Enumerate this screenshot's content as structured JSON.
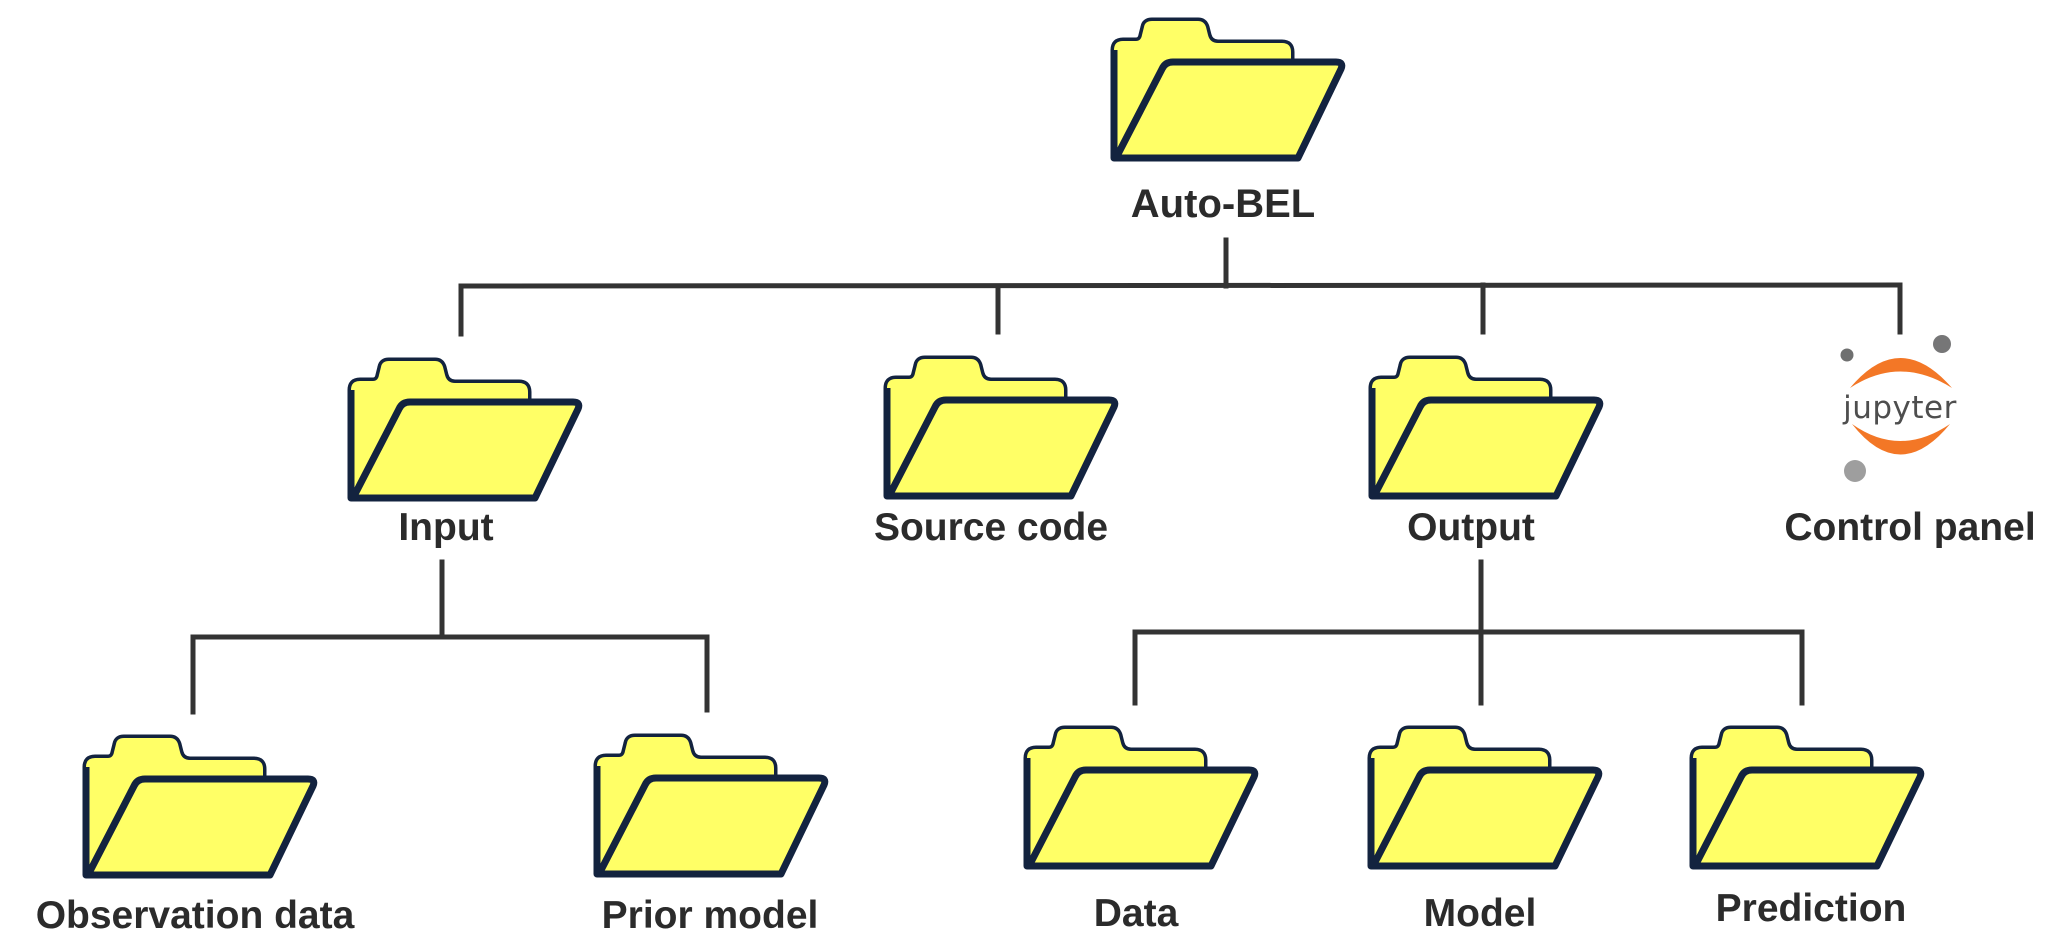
{
  "diagram": {
    "title": "Auto-BEL directory structure",
    "colors": {
      "folder_fill": "#FFFF66",
      "folder_stroke": "#13233F",
      "connector": "#333333",
      "label": "#2b2b2b",
      "jupyter_orange": "#F37726",
      "jupyter_gray": "#767677"
    },
    "root": {
      "label": "Auto-BEL",
      "icon": "folder-open-icon"
    },
    "level1": [
      {
        "label": "Input",
        "icon": "folder-open-icon"
      },
      {
        "label": "Source code",
        "icon": "folder-open-icon"
      },
      {
        "label": "Output",
        "icon": "folder-open-icon"
      },
      {
        "label": "Control panel",
        "icon": "jupyter-logo-icon",
        "logo_text": "jupyter"
      }
    ],
    "input_children": [
      {
        "label": "Observation data",
        "icon": "folder-open-icon"
      },
      {
        "label": "Prior model",
        "icon": "folder-open-icon"
      }
    ],
    "output_children": [
      {
        "label": "Data",
        "icon": "folder-open-icon"
      },
      {
        "label": "Model",
        "icon": "folder-open-icon"
      },
      {
        "label": "Prediction",
        "icon": "folder-open-icon"
      }
    ]
  }
}
